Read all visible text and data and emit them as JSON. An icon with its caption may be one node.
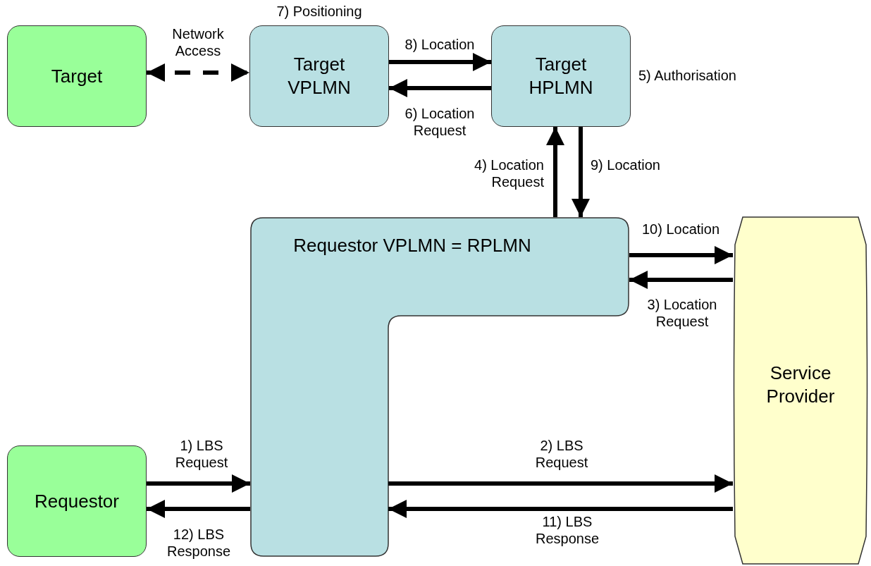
{
  "diagram": {
    "nodes": [
      {
        "text": [
          "Target"
        ]
      },
      {
        "text": [
          "Target VPLMN"
        ],
        "beside": [
          "7) Positioning"
        ]
      },
      {
        "text": [
          "Target HPLMN"
        ],
        "beside": [
          "5) Authorisation"
        ]
      },
      {
        "text": [
          "Requestor VPLMN = RPLMN"
        ]
      },
      {
        "text": [
          "Service Provider"
        ]
      },
      {
        "text": [
          "Requestor"
        ]
      }
    ],
    "edges": [
      {
        "from": 0,
        "to": 1,
        "arrow": "both",
        "label": "Network Access",
        "style": "dashed"
      },
      {
        "from": 1,
        "to": 2,
        "arrow": "to",
        "label": "8) Location"
      },
      {
        "from": 2,
        "to": 1,
        "arrow": "to",
        "label": "6) Location Request"
      },
      {
        "from": 3,
        "to": 2,
        "arrow": "to",
        "label": "4) Location Request"
      },
      {
        "from": 2,
        "to": 3,
        "arrow": "to",
        "label": "9) Location"
      },
      {
        "from": 3,
        "to": 4,
        "arrow": "to",
        "label": "10) Location"
      },
      {
        "from": 4,
        "to": 3,
        "arrow": "to",
        "label": "3) Location Request"
      },
      {
        "from": 5,
        "to": 3,
        "arrow": "to",
        "label": "1) LBS Request"
      },
      {
        "from": 3,
        "to": 5,
        "arrow": "to",
        "label": "12) LBS Response"
      },
      {
        "from": 3,
        "to": 4,
        "arrow": "to",
        "label": "2) LBS Request"
      },
      {
        "from": 4,
        "to": 3,
        "arrow": "to",
        "label": "11) LBS Response"
      }
    ]
  }
}
